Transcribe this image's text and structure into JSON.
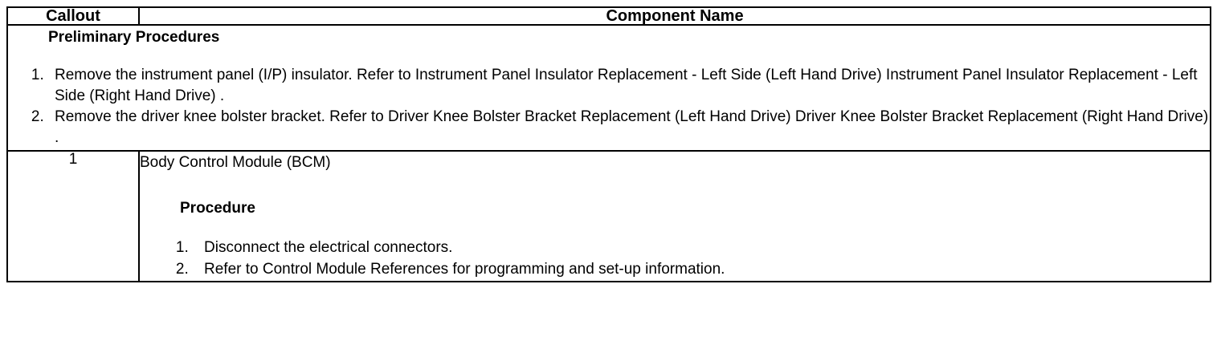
{
  "table": {
    "headers": {
      "callout": "Callout",
      "component": "Component Name"
    },
    "preliminary": {
      "title": "Preliminary Procedures",
      "steps": [
        "Remove the instrument panel (I/P) insulator. Refer to Instrument Panel Insulator Replacement - Left Side (Left Hand Drive) Instrument Panel Insulator Replacement - Left Side (Right Hand Drive) .",
        "Remove the driver knee bolster bracket. Refer to Driver Knee Bolster Bracket Replacement (Left Hand Drive) Driver Knee Bolster Bracket Replacement (Right Hand Drive) ."
      ]
    },
    "rows": [
      {
        "callout": "1",
        "component_name": "Body Control Module (BCM)",
        "procedure_title": "Procedure",
        "procedure_steps": [
          "Disconnect the electrical connectors.",
          "Refer to Control Module References for programming and set-up information."
        ]
      }
    ]
  }
}
